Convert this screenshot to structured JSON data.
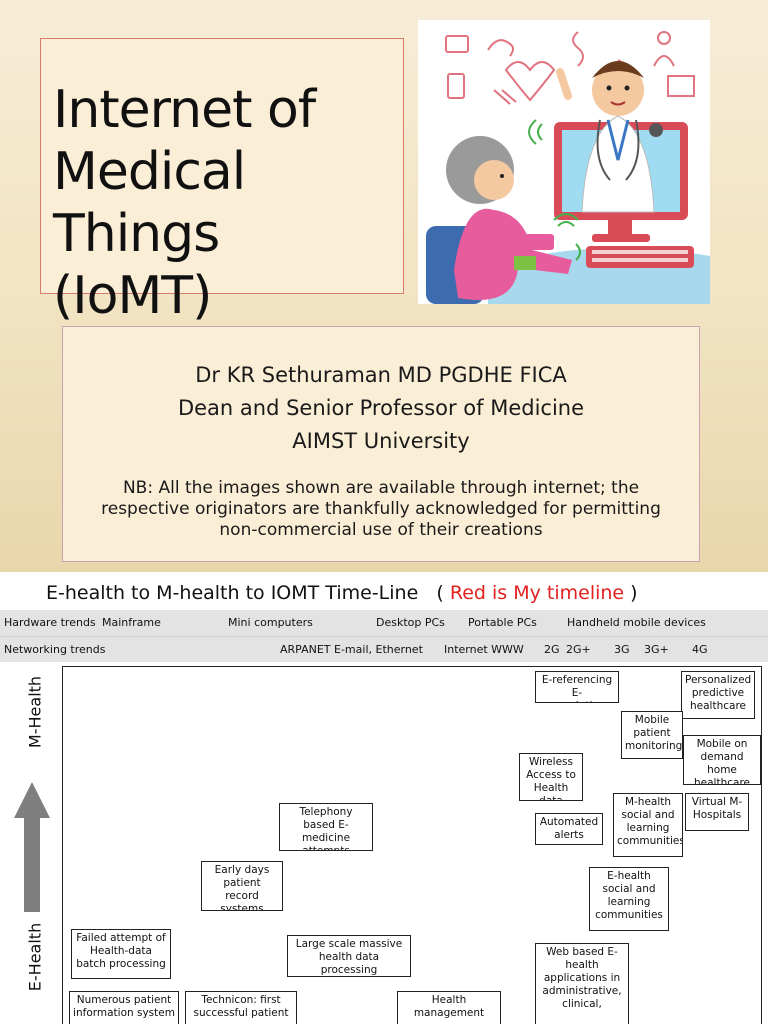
{
  "slide1": {
    "title_lines": [
      "Internet of",
      "Medical",
      "Things (IoMT)"
    ],
    "author": {
      "name": "Dr KR Sethuraman MD PGDHE FICA",
      "position": "Dean and Senior Professor of Medicine",
      "institution": "AIMST University",
      "note": "NB: All the images shown are available through internet; the respective originators are thankfully acknowledged for permitting non-commercial use of their creations"
    }
  },
  "slide2": {
    "title": "E-health to M-health to IOMT Time-Line",
    "title_paren_open": "(",
    "title_red": "Red is My timeline",
    "title_paren_close": ")",
    "hardware_trends": {
      "label": "Hardware trends",
      "items": [
        "Mainframe",
        "Mini computers",
        "Desktop PCs",
        "Portable PCs",
        "Handheld mobile devices"
      ]
    },
    "networking_trends": {
      "label": "Networking trends",
      "items": [
        "ARPANET E-mail, Ethernet",
        "Internet WWW",
        "2G",
        "2G+",
        "3G",
        "3G+",
        "4G"
      ]
    },
    "axis": {
      "top": "M-Health",
      "bottom": "E-Health"
    },
    "boxes": [
      "E-referencing E-prescriptions",
      "Personalized predictive healthcare",
      "Mobile patient monitoring",
      "Mobile on demand home healthcare",
      "Wireless Access to Health data",
      "Automated alerts",
      "M-health social and learning communities",
      "Virtual M-Hospitals",
      "Telephony based E-medicine attempts",
      "Early days patient record systems",
      "E-health social and learning communities",
      "Failed attempt of Health-data batch processing",
      "Large scale massive health data processing",
      "Web based E-health applications in administrative, clinical,",
      "Numerous patient information system",
      "Technicon: first successful patient",
      "Health management"
    ]
  },
  "colors": {
    "accent_red": "#e3211e",
    "slide_bg": "#f4ead2",
    "title_border": "#d97a6a"
  }
}
